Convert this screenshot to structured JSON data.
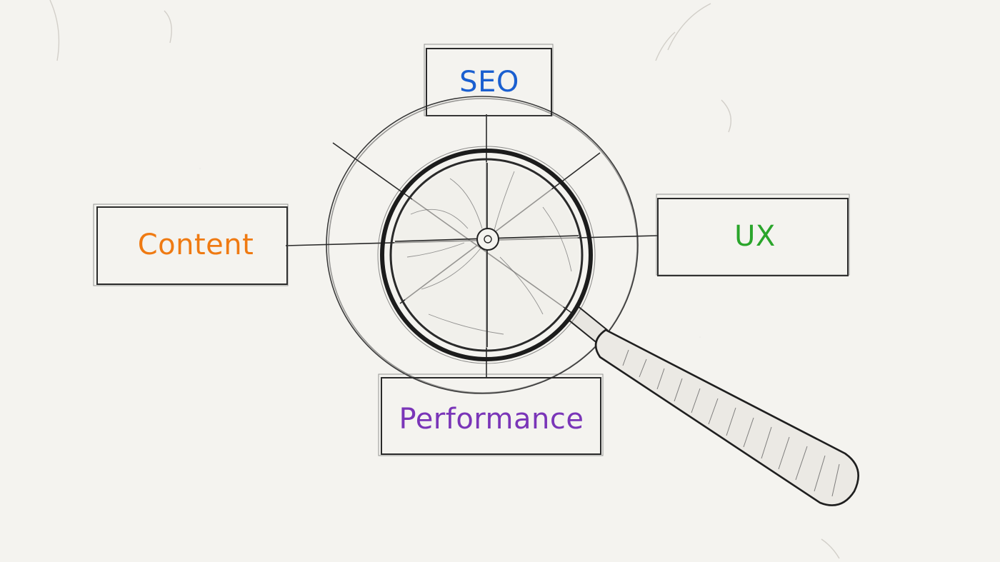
{
  "diagram": {
    "nodes": {
      "seo": {
        "label": "SEO",
        "color": "#1a5fd0"
      },
      "content": {
        "label": "Content",
        "color": "#ef7a12"
      },
      "ux": {
        "label": "UX",
        "color": "#2aa52b"
      },
      "performance": {
        "label": "Performance",
        "color": "#7a35b8"
      }
    },
    "center_icon": "magnifying-glass-icon",
    "stroke_color": "#2a2a2a",
    "background_color": "#f4f3ef"
  }
}
